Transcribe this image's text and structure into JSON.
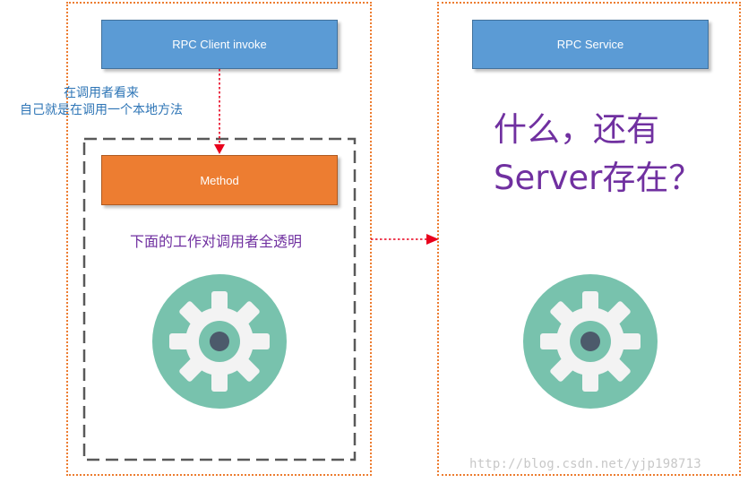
{
  "left_panel": {
    "client_box_label": "RPC Client invoke",
    "annotation_line1": "在调用者看来",
    "annotation_line2": "自己就是在调用一个本地方法",
    "method_box_label": "Method",
    "transparent_note": "下面的工作对调用者全透明"
  },
  "right_panel": {
    "service_box_label": "RPC Service",
    "question_line1": "什么，还有",
    "question_line2": "Server存在？"
  },
  "watermark": "http://blog.csdn.net/yjp198713",
  "colors": {
    "client_blue": "#5B9BD5",
    "method_orange": "#ED7D31",
    "panel_border": "#ED7D31",
    "arrow_red": "#E8001C",
    "gear_circle": "#78C2AD",
    "purple": "#7030A0",
    "annotation_blue": "#2E75B6"
  },
  "icons": [
    "gear-icon",
    "gear-icon"
  ]
}
